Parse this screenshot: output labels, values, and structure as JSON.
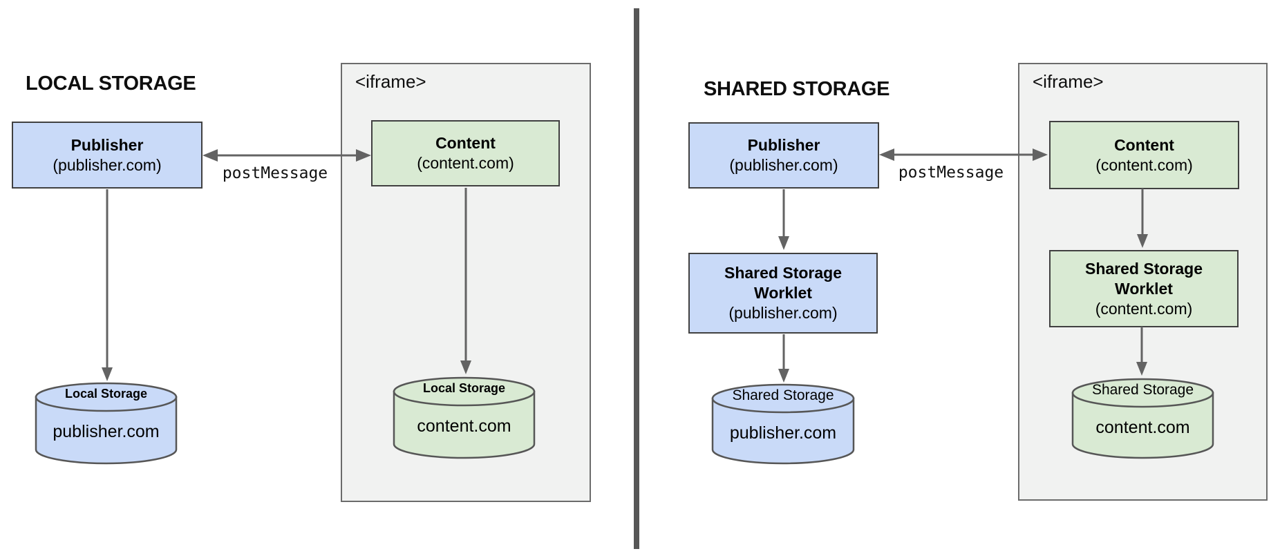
{
  "colors": {
    "publisher_fill": "#c9daf8",
    "content_fill": "#d9ead3",
    "iframe_fill": "#f1f2f1",
    "box_border": "#404040",
    "arrow": "#636363",
    "divider": "#575757"
  },
  "left": {
    "title": "LOCAL STORAGE",
    "publisher": {
      "name": "Publisher",
      "domain": "(publisher.com)"
    },
    "iframe_label": "<iframe>",
    "content": {
      "name": "Content",
      "domain": "(content.com)"
    },
    "post_message": "postMessage",
    "publisher_store": {
      "label": "Local Storage",
      "domain": "publisher.com"
    },
    "content_store": {
      "label": "Local Storage",
      "domain": "content.com"
    }
  },
  "right": {
    "title": "SHARED STORAGE",
    "publisher": {
      "name": "Publisher",
      "domain": "(publisher.com)"
    },
    "iframe_label": "<iframe>",
    "content": {
      "name": "Content",
      "domain": "(content.com)"
    },
    "post_message": "postMessage",
    "publisher_worklet": {
      "line1": "Shared Storage",
      "line2": "Worklet",
      "domain": "(publisher.com)"
    },
    "content_worklet": {
      "line1": "Shared Storage",
      "line2": "Worklet",
      "domain": "(content.com)"
    },
    "publisher_store": {
      "label": "Shared Storage",
      "domain": "publisher.com"
    },
    "content_store": {
      "label": "Shared Storage",
      "domain": "content.com"
    }
  }
}
